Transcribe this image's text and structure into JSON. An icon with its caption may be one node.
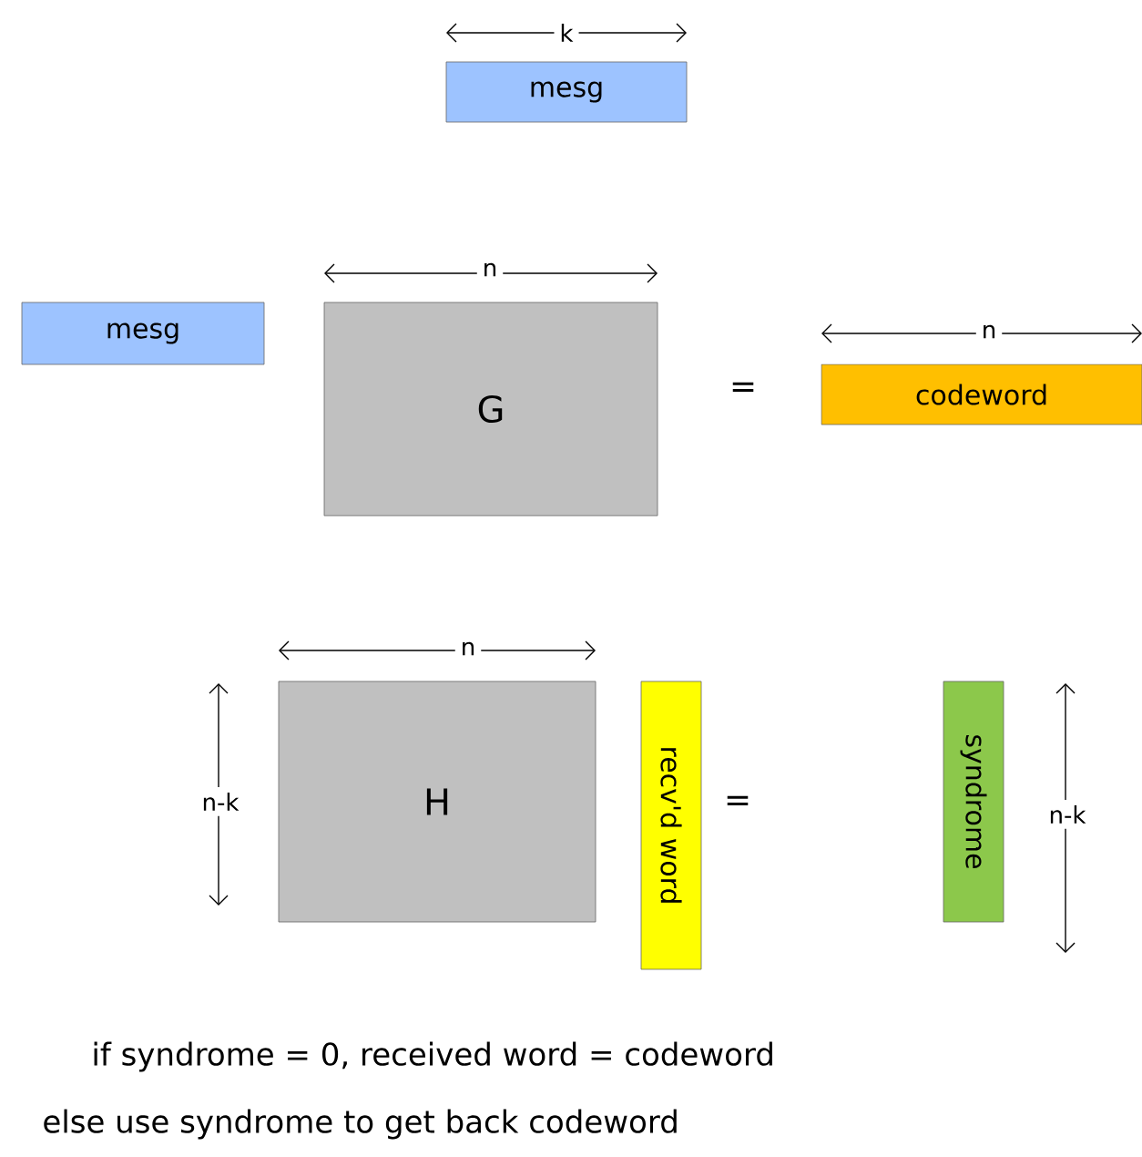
{
  "diagram": {
    "nodes": [
      {
        "text": [
          "mesg"
        ]
      },
      {
        "text": [
          "mesg"
        ]
      },
      {
        "text": [
          "G"
        ]
      },
      {
        "text": [
          "codeword"
        ]
      },
      {
        "text": [
          "H"
        ]
      },
      {
        "text": [
          "recv'd word"
        ]
      },
      {
        "text": [
          "syndrome"
        ]
      }
    ],
    "edges": [],
    "labels": [
      "k",
      "n",
      "=",
      "n",
      "n",
      "n-k",
      "=",
      "n-k",
      "if syndrome = 0, received word = codeword",
      "else use syndrome to get back codeword"
    ]
  }
}
